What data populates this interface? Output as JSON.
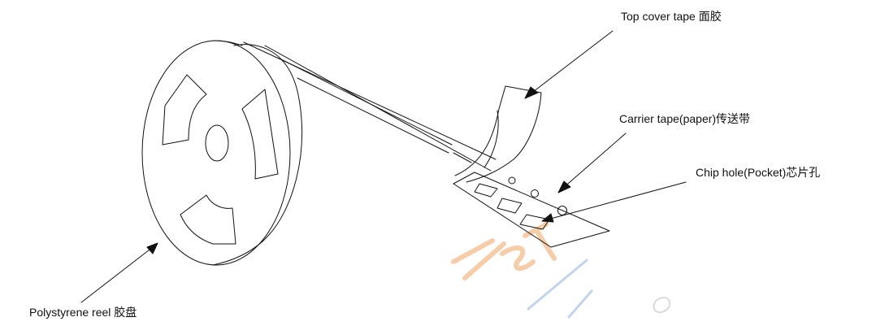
{
  "labels": {
    "top_cover_tape": "Top cover tape 面胶",
    "carrier_tape": "Carrier tape(paper)传送带",
    "chip_hole": "Chip hole(Pocket)芯片孔",
    "reel": "Polystyrene reel 胶盘"
  },
  "colors": {
    "line": "#111111",
    "watermark_orange": "#f6c8a0",
    "watermark_blue": "#bcd0ea"
  }
}
